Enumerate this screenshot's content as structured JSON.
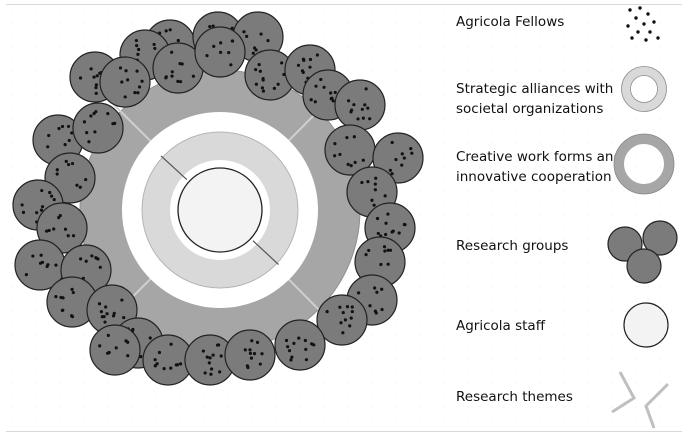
{
  "legend": {
    "fellows": "Agricola Fellows",
    "alliances": "Strategic alliances with\nsocietal organizations",
    "work_forms": "Creative work forms and\ninnovative cooperation",
    "groups": "Research groups",
    "staff": "Agricola staff",
    "themes": "Research themes"
  },
  "colors": {
    "group_fill": "#7b7b7b",
    "work_forms_ring": "#a6a6a6",
    "alliances_ring": "#d9d9d9",
    "staff_fill": "#f3f3f3",
    "theme_line": "#bfbfbf",
    "dot": "#111111"
  },
  "icons": {
    "fellows": "dots-icon",
    "alliances": "light-ring-icon",
    "work_forms": "dark-ring-icon",
    "groups": "cluster-icon",
    "staff": "circle-icon",
    "themes": "lines-icon"
  }
}
